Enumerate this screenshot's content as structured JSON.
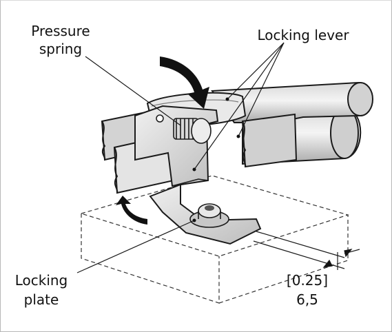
{
  "labels": {
    "pressure_line1": "Pressure",
    "pressure_line2": "spring",
    "locking_lever": "Locking lever",
    "locking_line1": "Locking",
    "locking_line2": "plate",
    "dim_inch": "[0.25]",
    "dim_mm": "6,5"
  },
  "colors": {
    "metal_light": "#e6e6e6",
    "metal_mid": "#c9c9c9",
    "metal_dark": "#9a9a9a",
    "outline": "#1a1a1a"
  }
}
